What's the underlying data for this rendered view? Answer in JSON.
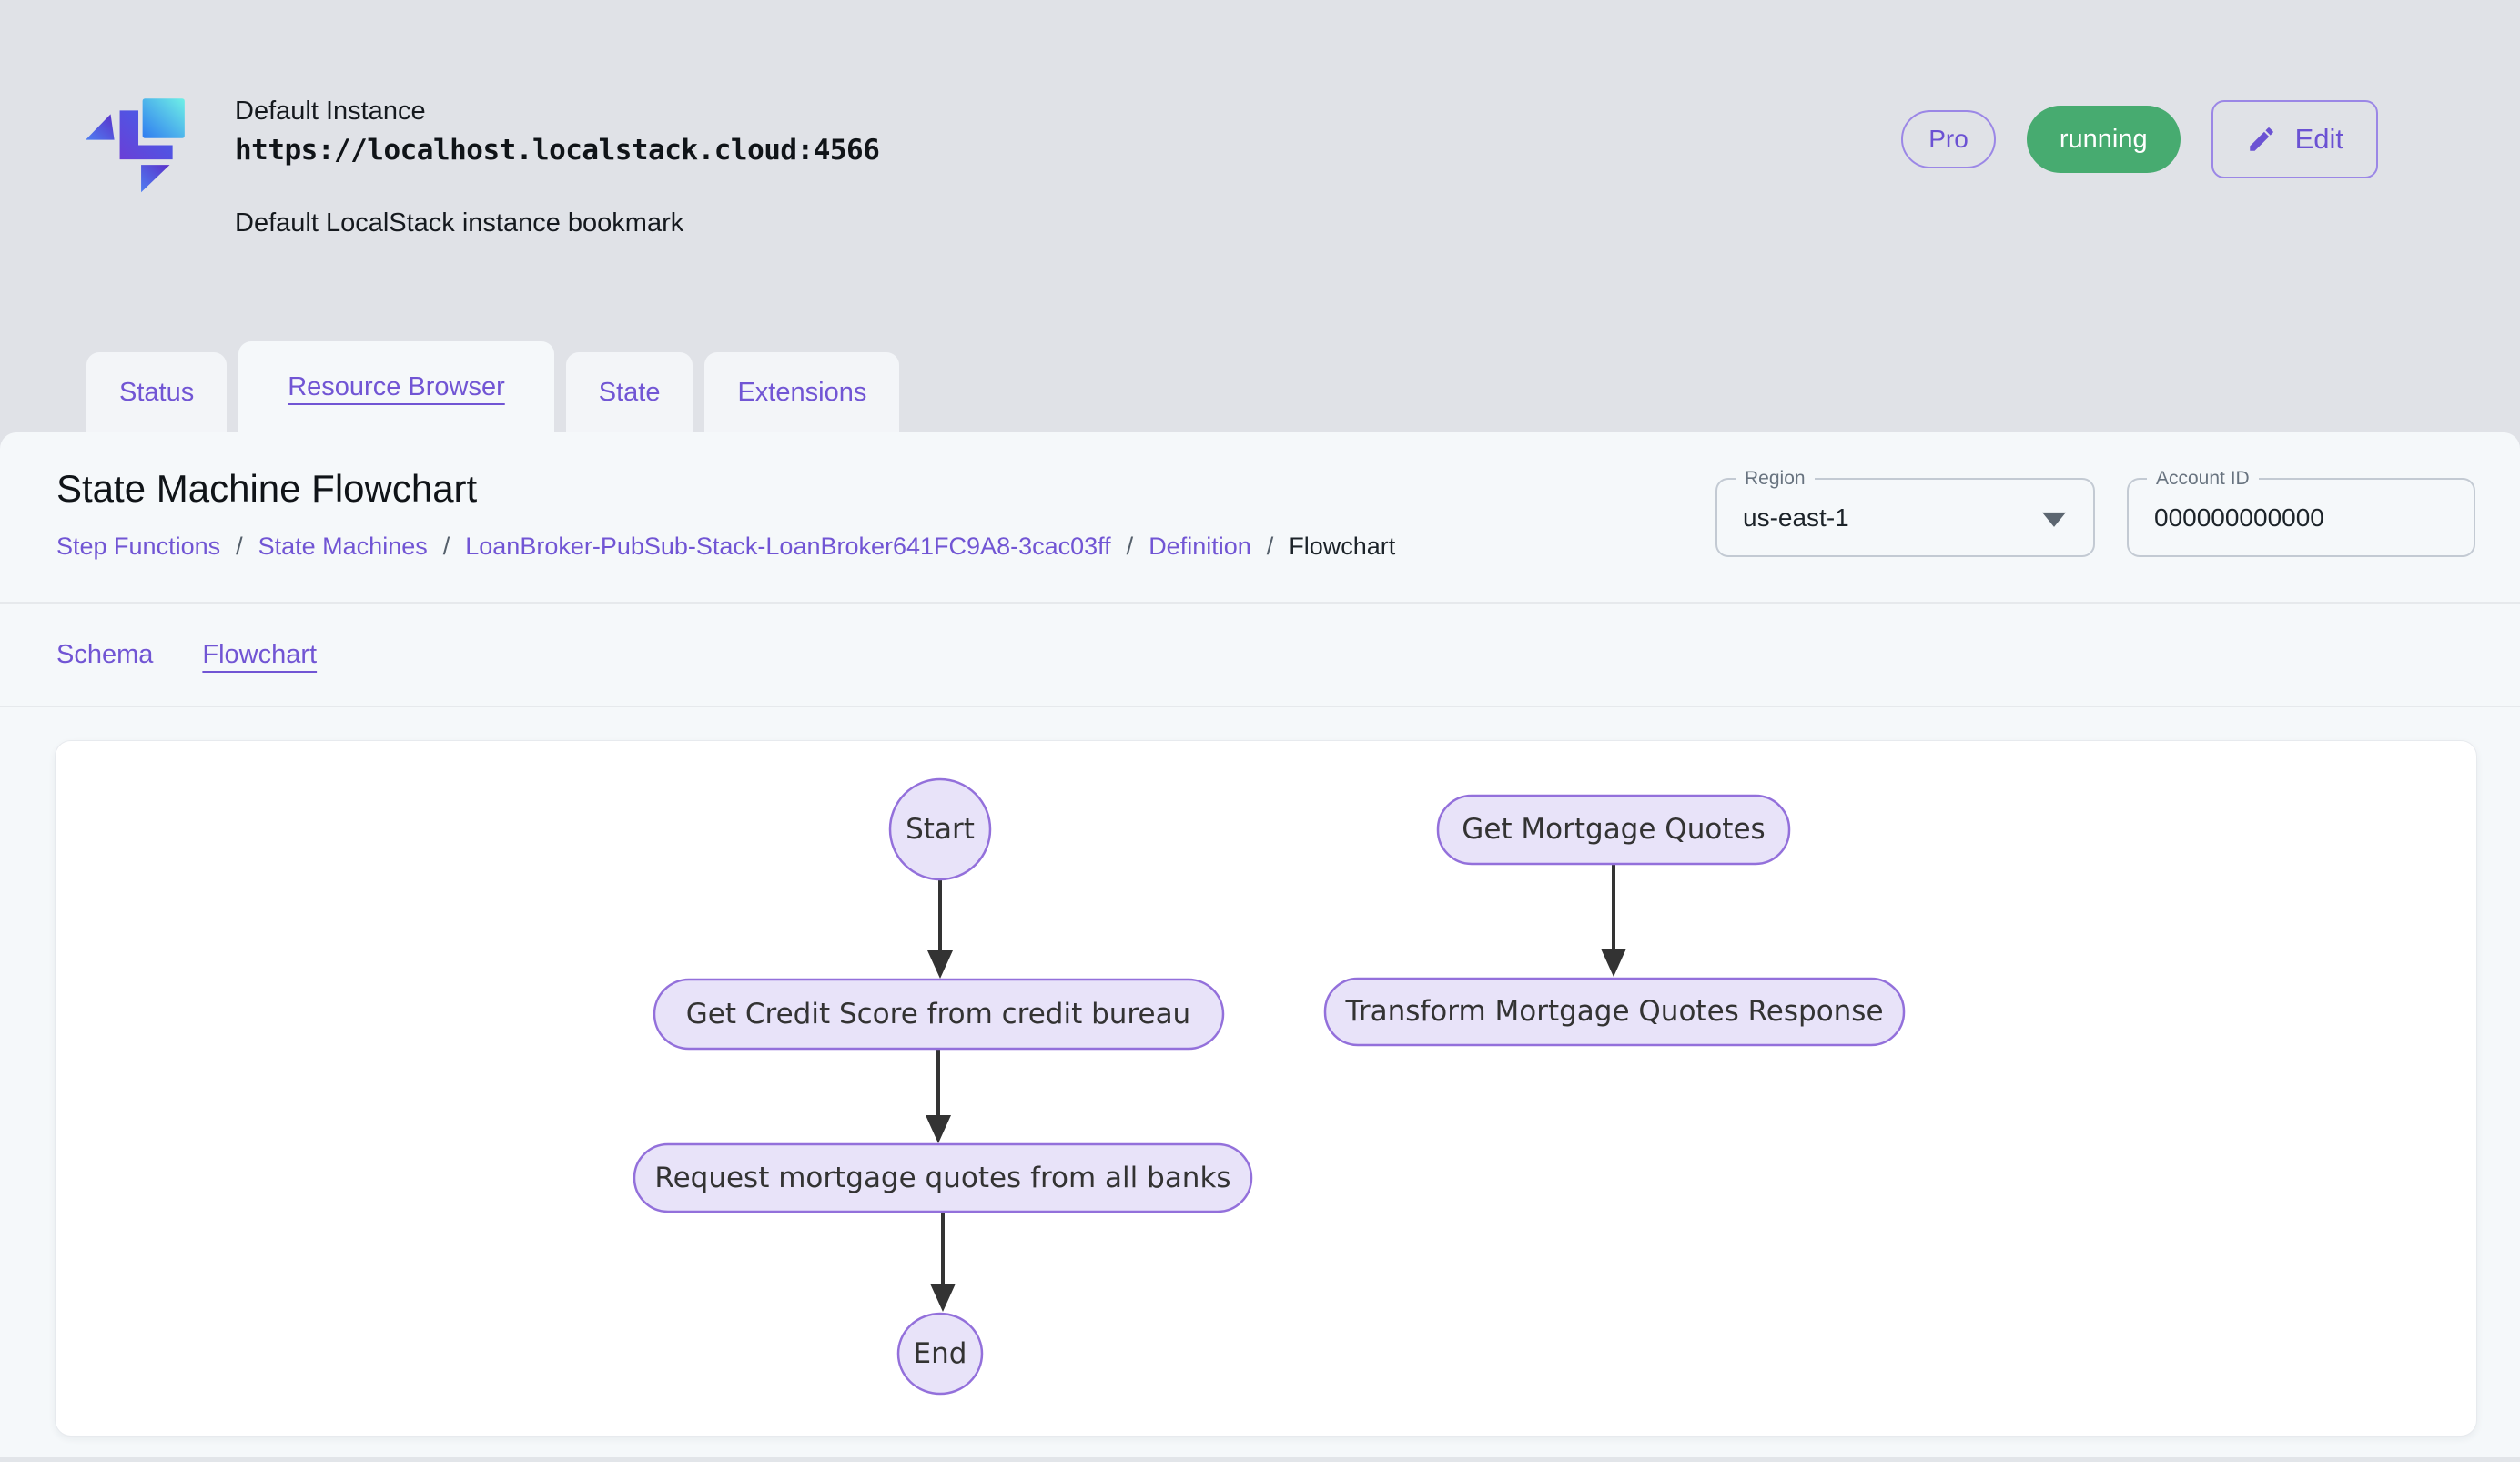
{
  "header": {
    "instance_name": "Default Instance",
    "instance_url": "https://localhost.localstack.cloud:4566",
    "instance_description": "Default LocalStack instance bookmark",
    "badges": {
      "plan": "Pro",
      "status": "running"
    },
    "edit_button": "Edit"
  },
  "tabs": [
    {
      "label": "Status",
      "active": false
    },
    {
      "label": "Resource Browser",
      "active": true
    },
    {
      "label": "State",
      "active": false
    },
    {
      "label": "Extensions",
      "active": false
    }
  ],
  "page": {
    "title": "State Machine Flowchart",
    "breadcrumb": [
      {
        "label": "Step Functions",
        "link": true
      },
      {
        "label": "State Machines",
        "link": true
      },
      {
        "label": "LoanBroker-PubSub-Stack-LoanBroker641FC9A8-3cac03ff",
        "link": true
      },
      {
        "label": "Definition",
        "link": true
      },
      {
        "label": "Flowchart",
        "link": false
      }
    ],
    "breadcrumb_separator": "/",
    "region_field": {
      "label": "Region",
      "value": "us-east-1"
    },
    "account_field": {
      "label": "Account ID",
      "value": "000000000000"
    },
    "subtabs": [
      {
        "label": "Schema",
        "active": false
      },
      {
        "label": "Flowchart",
        "active": true
      }
    ]
  },
  "flowchart": {
    "nodes": [
      {
        "id": "start",
        "label": "Start",
        "shape": "circle"
      },
      {
        "id": "get-credit-score",
        "label": "Get Credit Score from credit bureau",
        "shape": "rounded"
      },
      {
        "id": "request-quotes",
        "label": "Request mortgage quotes from all banks",
        "shape": "rounded"
      },
      {
        "id": "end",
        "label": "End",
        "shape": "circle"
      },
      {
        "id": "get-mortgage-quotes",
        "label": "Get Mortgage Quotes",
        "shape": "rounded"
      },
      {
        "id": "transform-response",
        "label": "Transform Mortgage Quotes Response",
        "shape": "rounded"
      }
    ],
    "edges": [
      {
        "from": "start",
        "to": "get-credit-score"
      },
      {
        "from": "get-credit-score",
        "to": "request-quotes"
      },
      {
        "from": "request-quotes",
        "to": "end"
      },
      {
        "from": "get-mortgage-quotes",
        "to": "transform-response"
      }
    ]
  },
  "colors": {
    "accent_purple": "#7155d4",
    "edit_purple": "#6b52d3",
    "running_green": "#47ab70",
    "node_fill": "#e8e3f9",
    "node_border": "#9370db",
    "header_background": "#e0e2e7",
    "panel_background": "#f5f8fa"
  }
}
